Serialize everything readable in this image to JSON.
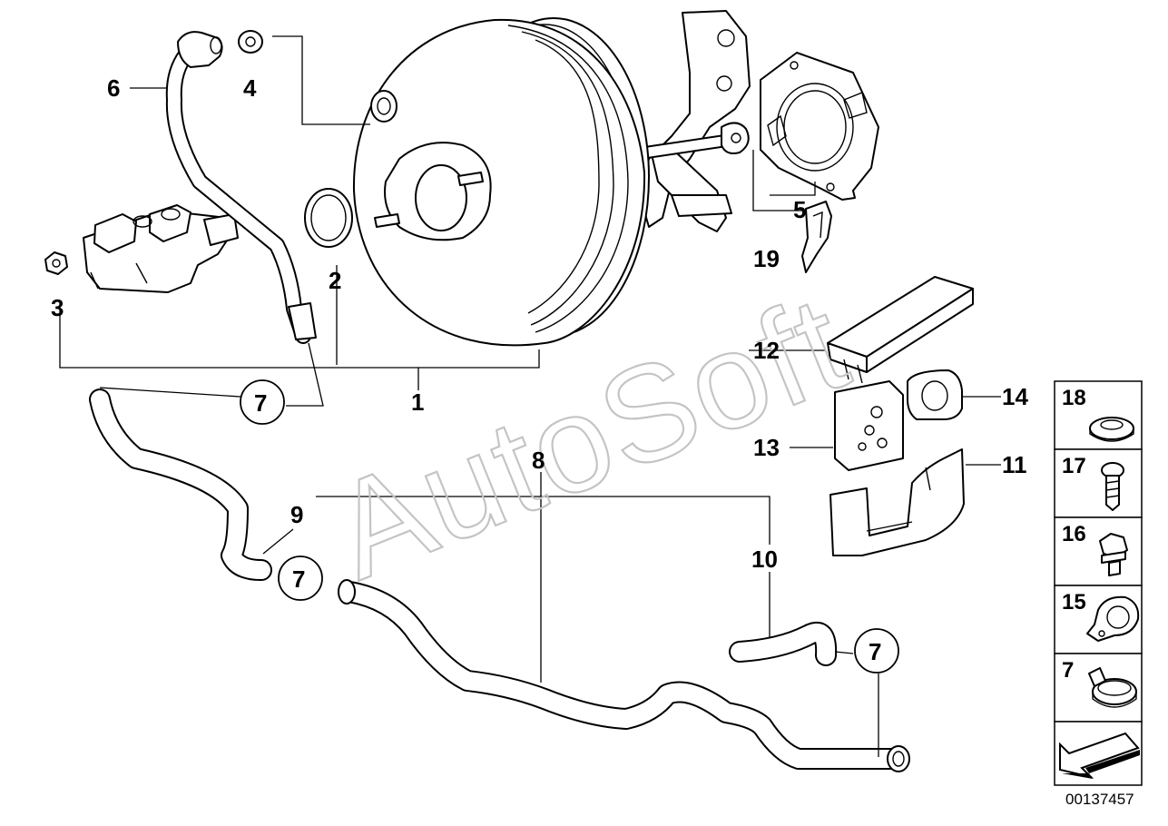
{
  "diagram": {
    "watermark": "AutoSoft",
    "document_number": "00137457",
    "callouts": [
      "1",
      "2",
      "3",
      "4",
      "5",
      "6",
      "7",
      "8",
      "9",
      "10",
      "11",
      "12",
      "13",
      "14",
      "19"
    ],
    "circled_callout": "7",
    "side_panel": [
      "18",
      "17",
      "16",
      "15",
      "7"
    ]
  }
}
